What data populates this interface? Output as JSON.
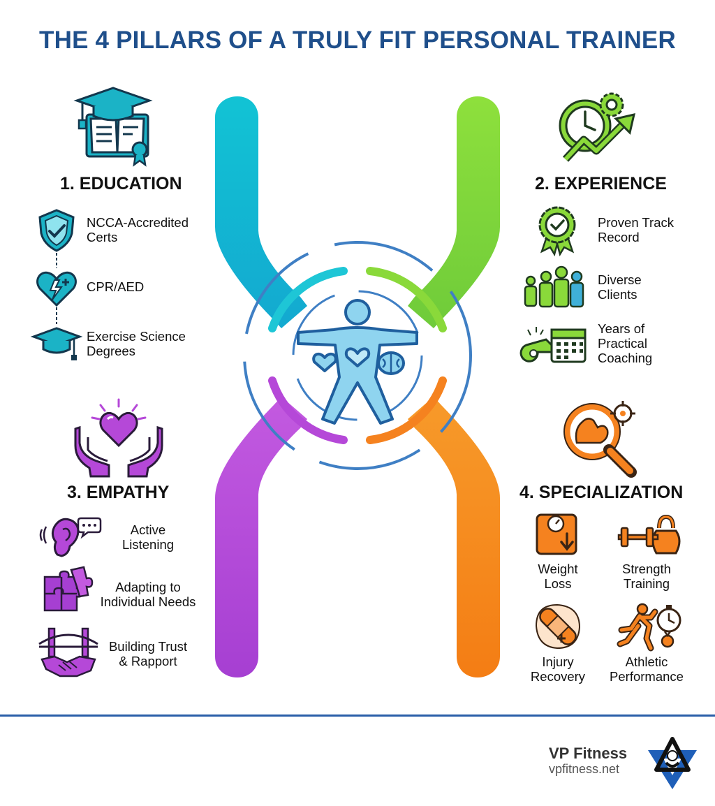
{
  "title": "THE 4 PILLARS OF A TRULY FIT PERSONAL TRAINER",
  "colors": {
    "education": "#1ec6d6",
    "experience": "#8ad93a",
    "empathy": "#b548d8",
    "specialization": "#f5821f",
    "title_blue": "#1f4f8b",
    "ring_blue": "#3f7fc4",
    "footer_line": "#2a5ea8"
  },
  "pillars": [
    {
      "number_title": "1. EDUCATION",
      "icon": "graduation-book-icon",
      "items": [
        {
          "icon": "shield-check-icon",
          "label_lines": [
            "NCCA-Accredited",
            "Certs"
          ]
        },
        {
          "icon": "heart-pulse-icon",
          "label_lines": [
            "CPR/AED"
          ]
        },
        {
          "icon": "graduation-cap-icon",
          "label_lines": [
            "Exercise Science",
            "Degrees"
          ]
        }
      ]
    },
    {
      "number_title": "2. EXPERIENCE",
      "icon": "clock-gear-growth-icon",
      "items": [
        {
          "icon": "award-badge-icon",
          "label_lines": [
            "Proven Track",
            "Record"
          ]
        },
        {
          "icon": "people-group-icon",
          "label_lines": [
            "Diverse",
            "Clients"
          ]
        },
        {
          "icon": "whistle-calendar-icon",
          "label_lines": [
            "Years of",
            "Practical",
            "Coaching"
          ]
        }
      ]
    },
    {
      "number_title": "3. EMPATHY",
      "icon": "hands-heart-icon",
      "items": [
        {
          "icon": "ear-speech-icon",
          "label_lines": [
            "Active",
            "Listening"
          ]
        },
        {
          "icon": "puzzle-icon",
          "label_lines": [
            "Adapting to",
            "Individual Needs"
          ]
        },
        {
          "icon": "bridge-handshake-icon",
          "label_lines": [
            "Building Trust",
            "& Rapport"
          ]
        }
      ]
    },
    {
      "number_title": "4. SPECIALIZATION",
      "icon": "muscle-magnifier-icon",
      "items": [
        {
          "icon": "scale-icon",
          "label_lines": [
            "Weight",
            "Loss"
          ]
        },
        {
          "icon": "dumbbell-kettlebell-icon",
          "label_lines": [
            "Strength",
            "Training"
          ]
        },
        {
          "icon": "bandage-icon",
          "label_lines": [
            "Injury",
            "Recovery"
          ]
        },
        {
          "icon": "runner-stopwatch-icon",
          "label_lines": [
            "Athletic",
            "Performance"
          ]
        }
      ]
    }
  ],
  "center_icon": "human-figure-heart-brain-icon",
  "footer": {
    "brand": "VP Fitness",
    "url": "vpfitness.net",
    "logo_icon": "vp-fitness-logo-icon"
  }
}
